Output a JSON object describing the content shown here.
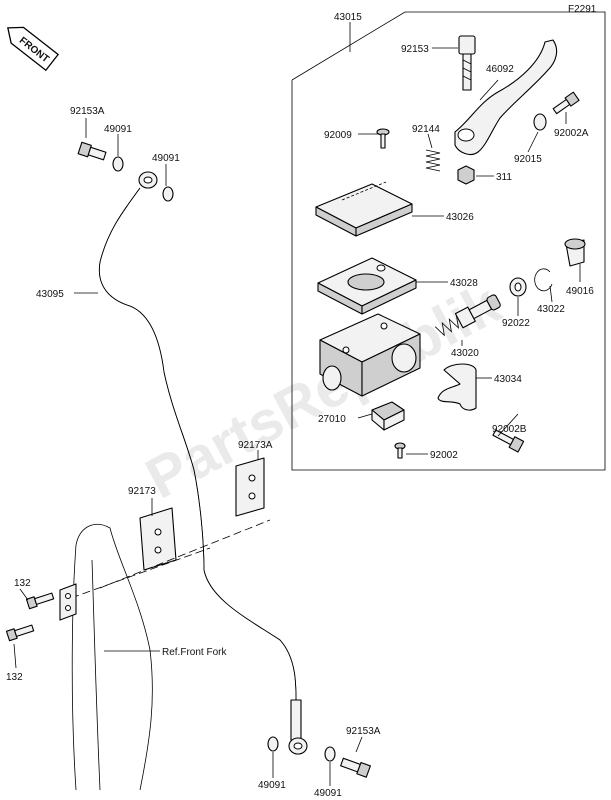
{
  "figure_code": "F2291",
  "front_label": "FRONT",
  "watermark": "PartsRepublik",
  "ref_note": "Ref.Front Fork",
  "callouts": {
    "c_43015": "43015",
    "c_92153_top": "92153",
    "c_46092": "46092",
    "c_92002A": "92002A",
    "c_92009": "92009",
    "c_92144": "92144",
    "c_92015": "92015",
    "c_311": "311",
    "c_43026": "43026",
    "c_43028": "43028",
    "c_49016": "49016",
    "c_92022": "92022",
    "c_43022": "43022",
    "c_43020": "43020",
    "c_43034": "43034",
    "c_27010": "27010",
    "c_92002B": "92002B",
    "c_92002": "92002",
    "c_92153A_top": "92153A",
    "c_49091_a": "49091",
    "c_49091_b": "49091",
    "c_43095": "43095",
    "c_92173A": "92173A",
    "c_92173": "92173",
    "c_132_a": "132",
    "c_132_b": "132",
    "c_92153A_bot": "92153A",
    "c_49091_c": "49091",
    "c_49091_d": "49091"
  }
}
